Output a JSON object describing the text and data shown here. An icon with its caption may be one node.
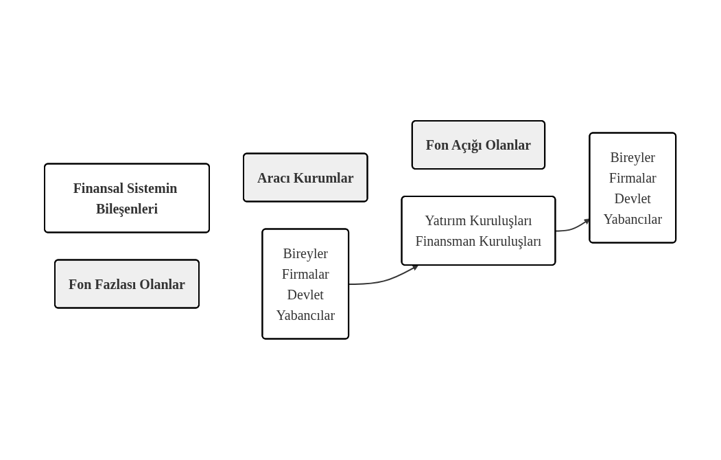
{
  "diagram": {
    "nodes": [
      {
        "text": [
          "Finansal Sistemin Bileşenleri"
        ]
      },
      {
        "text": [
          "Fon Fazlası Olanlar"
        ]
      },
      {
        "text": [
          "Bireyler",
          "Firmalar",
          "Devlet",
          "Yabancılar"
        ]
      },
      {
        "text": [
          "Aracı Kurumlar"
        ]
      },
      {
        "text": [
          "Yatırım Kuruluşları",
          "Finansman Kuruluşları"
        ]
      },
      {
        "text": [
          "Fon Açığı Olanlar"
        ]
      },
      {
        "text": [
          "Bireyler",
          "Firmalar",
          "Devlet",
          "Yabancılar"
        ]
      }
    ],
    "edges": [
      {
        "from": 2,
        "to": 4,
        "arrow": "to"
      },
      {
        "from": 4,
        "to": 6,
        "arrow": "to"
      }
    ]
  }
}
